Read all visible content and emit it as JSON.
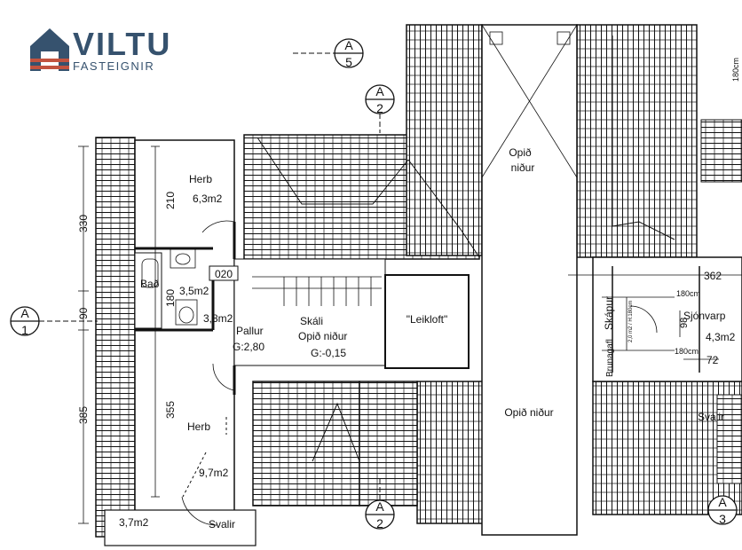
{
  "brand": {
    "name": "VILTU",
    "subtitle": "FASTEIGNIR",
    "primary_color": "#36526e",
    "accent_color": "#c2533f"
  },
  "plan": {
    "section_markers": [
      {
        "letter": "A",
        "number": "5"
      },
      {
        "letter": "A",
        "number": "2"
      },
      {
        "letter": "A",
        "number": "1"
      },
      {
        "letter": "A",
        "number": "2"
      },
      {
        "letter": "A",
        "number": "3"
      }
    ],
    "rooms": {
      "herb_top": {
        "name": "Herb",
        "area": "6,3m2"
      },
      "bad": {
        "name": "Bað",
        "area": "3,5m2"
      },
      "pallur": {
        "name": "Pallur",
        "area": "3,8m2",
        "height": "G:2,80"
      },
      "skali": {
        "name": "Skáli",
        "note": "Opið niður",
        "height": "G:-0,15"
      },
      "leikloft": {
        "name": "\"Leikloft\""
      },
      "opid_top": {
        "line1": "Opið",
        "line2": "niður"
      },
      "opid_mid": {
        "label": "Opið niður"
      },
      "herb_bottom": {
        "name": "Herb",
        "area": "9,7m2"
      },
      "balcony_left": {
        "area": "3,7m2",
        "name": "Svalir"
      },
      "skapur": {
        "name": "Skápur"
      },
      "sjonvarp": {
        "name": "Sjónvarp",
        "area": "4,3m2"
      },
      "svalir_right": {
        "name": "Svalir"
      }
    },
    "dimensions": {
      "left_330": "330",
      "left_90": "90",
      "left_385": "385",
      "inner_210": "210",
      "inner_180": "180",
      "inner_355": "355",
      "door_020": "020",
      "right_362": "362",
      "right_98": "98",
      "right_72": "72",
      "top_180cm": "180cm",
      "mid_180cm": "180cm",
      "low_180cm": "180cm",
      "brunagafl": "Brunagafl",
      "height_note": "2,0 m2 / H:180cm"
    }
  }
}
